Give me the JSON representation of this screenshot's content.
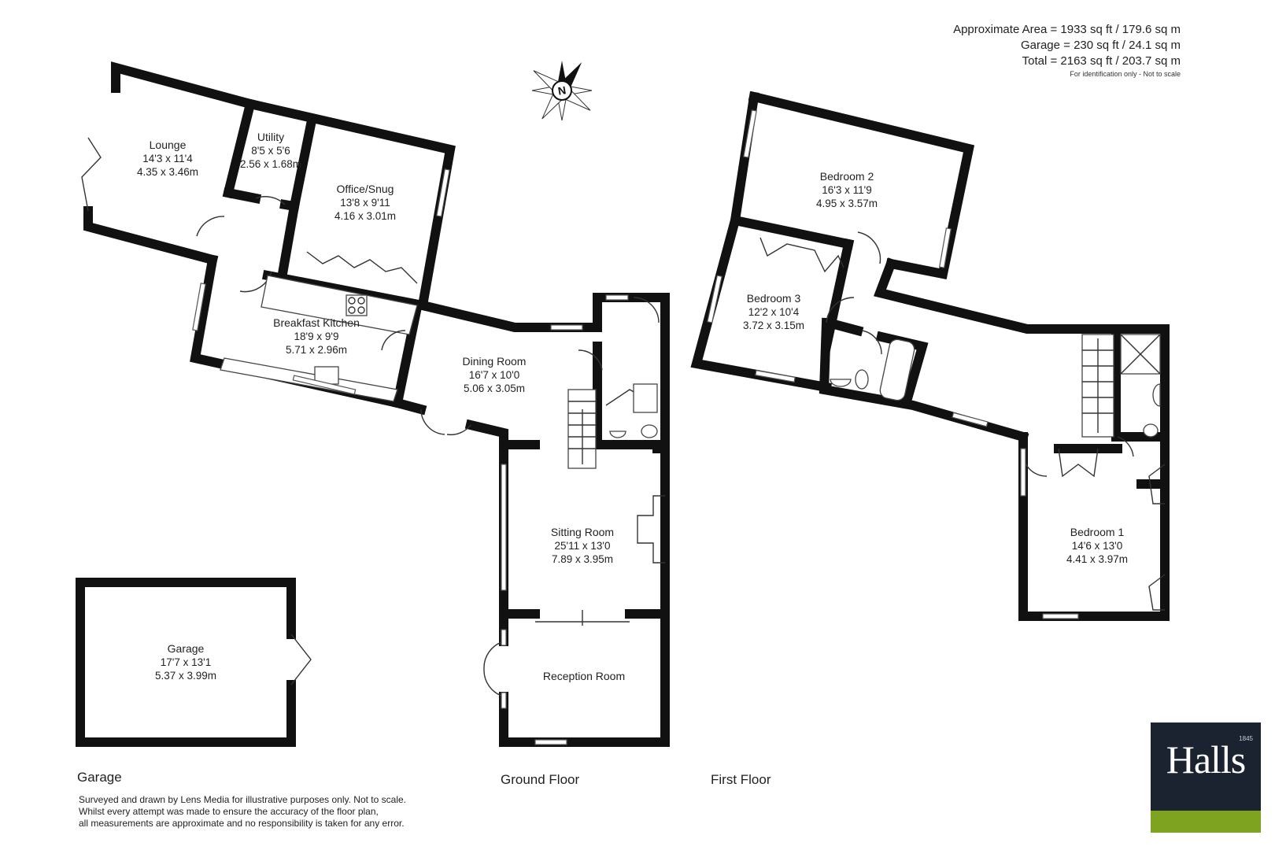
{
  "area": {
    "approximate": "Approximate Area = 1933 sq ft / 179.6 sq m",
    "garage": "Garage = 230 sq ft / 24.1 sq m",
    "total": "Total = 2163 sq ft / 203.7 sq m",
    "note": "For identification only - Not to scale"
  },
  "compass": {
    "letter": "N"
  },
  "rooms": {
    "lounge": {
      "name": "Lounge",
      "imperial": "14'3 x 11'4",
      "metric": "4.35 x 3.46m"
    },
    "utility": {
      "name": "Utility",
      "imperial": "8'5 x 5'6",
      "metric": "2.56 x 1.68m"
    },
    "office": {
      "name": "Office/Snug",
      "imperial": "13'8 x 9'11",
      "metric": "4.16 x 3.01m"
    },
    "kitchen": {
      "name": "Breakfast Kitchen",
      "imperial": "18'9 x 9'9",
      "metric": "5.71 x 2.96m"
    },
    "dining": {
      "name": "Dining Room",
      "imperial": "16'7 x 10'0",
      "metric": "5.06 x 3.05m"
    },
    "sitting": {
      "name": "Sitting Room",
      "imperial": "25'11 x 13'0",
      "metric": "7.89 x 3.95m"
    },
    "reception": {
      "name": "Reception Room"
    },
    "garage": {
      "name": "Garage",
      "imperial": "17'7 x 13'1",
      "metric": "5.37 x 3.99m"
    },
    "bedroom2": {
      "name": "Bedroom 2",
      "imperial": "16'3 x 11'9",
      "metric": "4.95 x 3.57m"
    },
    "bedroom3": {
      "name": "Bedroom 3",
      "imperial": "12'2 x 10'4",
      "metric": "3.72 x 3.15m"
    },
    "bedroom1": {
      "name": "Bedroom 1",
      "imperial": "14'6 x 13'0",
      "metric": "4.41 x 3.97m"
    }
  },
  "floors": {
    "garage": "Garage",
    "ground": "Ground Floor",
    "first": "First Floor"
  },
  "disclaimer": {
    "line1": "Surveyed and drawn by Lens Media for illustrative purposes only. Not to scale.",
    "line2": "Whilst every attempt was made to ensure the accuracy of the floor plan,",
    "line3": "all measurements are approximate and no responsibility is taken for any error."
  },
  "logo": {
    "brand": "Halls",
    "year": "1845",
    "colors": {
      "background": "#1c2330",
      "accent": "#7ea320"
    }
  }
}
